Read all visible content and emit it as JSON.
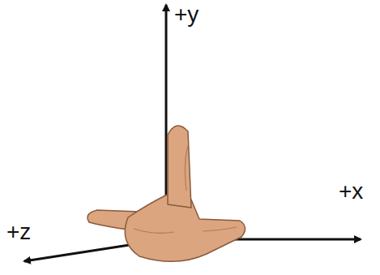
{
  "diagram": {
    "labels": [
      "+y",
      "+x",
      "+z"
    ]
  }
}
